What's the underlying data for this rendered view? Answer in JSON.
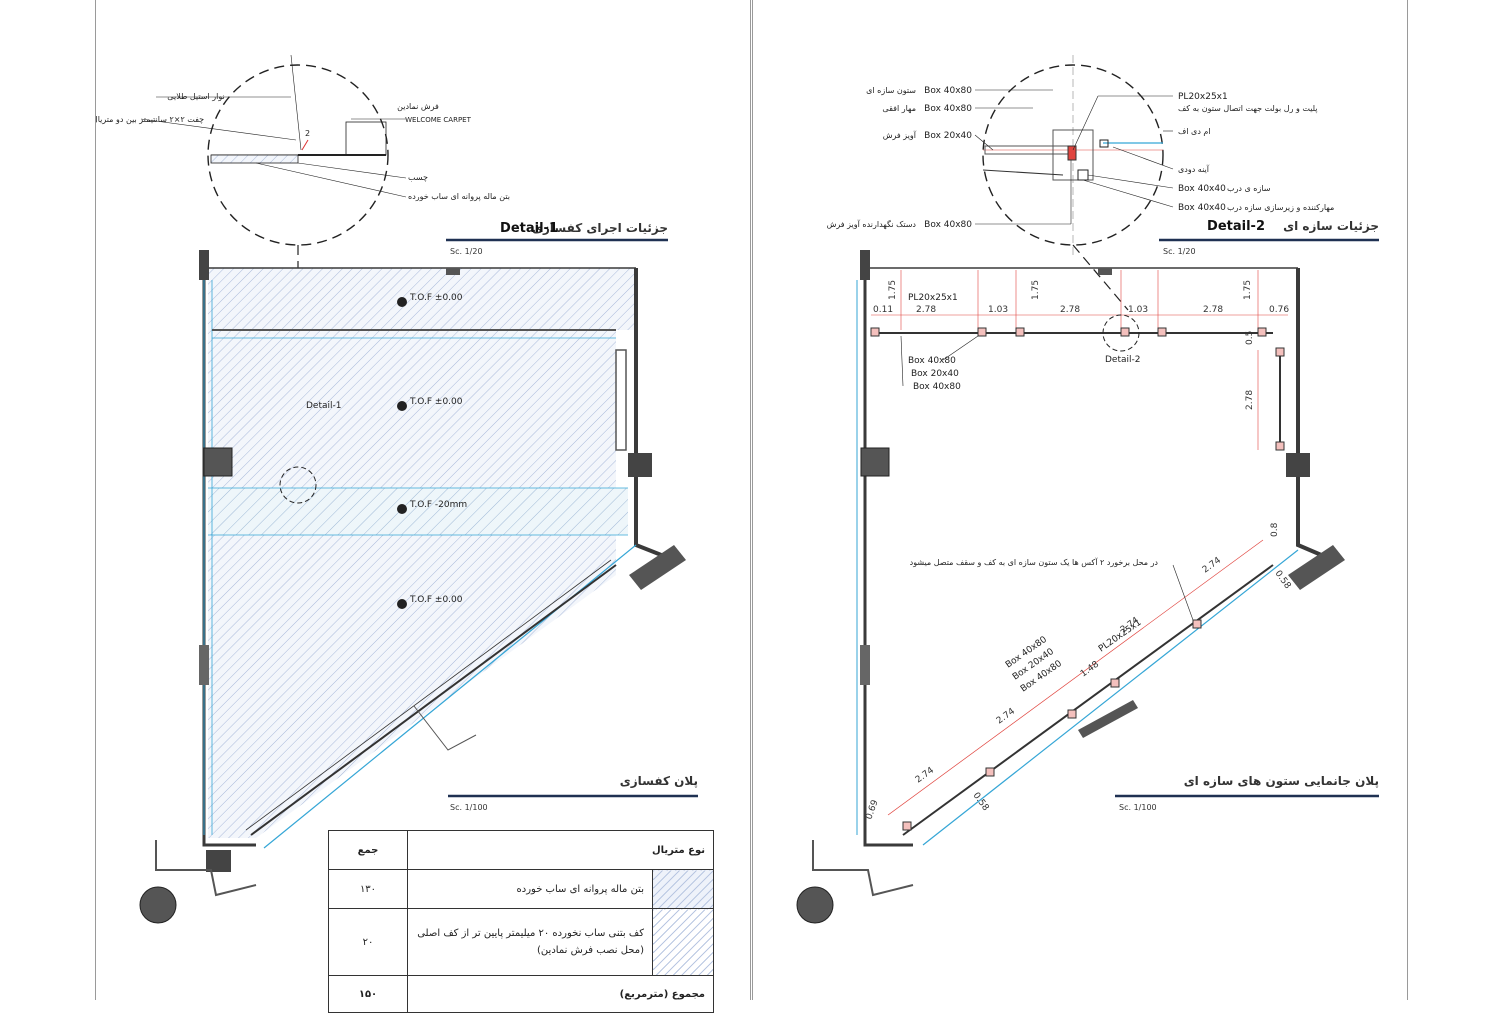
{
  "left_sheet": {
    "title": "جزئیات اجرای کفسازی",
    "detail_tag": "Detail-1",
    "detail_scale": "Sc. 1/20",
    "plan_title": "پلان کفسازی",
    "plan_scale": "Sc. 1/100",
    "detail_marker": "Detail-1",
    "detail_callouts": [
      "نوار استیل طلایی",
      "چفت ۲×۲ سانتیمتر بین دو متریال",
      "فرش نمادین",
      "WELCOME CARPET",
      "چسب",
      "بتن ماله پروانه ای ساب خورده"
    ],
    "detail_dim": "2",
    "levels": [
      "T.O.F ±0.00",
      "T.O.F ±0.00",
      "T.O.F -20mm",
      "T.O.F ±0.00"
    ],
    "legend": {
      "header_material": "نوع متریال",
      "header_total": "جمع",
      "rows": [
        {
          "name": "بتن ماله پروانه ای ساب خورده",
          "total": "۱۳۰"
        },
        {
          "name": "کف بتنی ساب نخورده ۲۰ میلیمتر پایین تر از کف اصلی (محل نصب فرش نمادین)",
          "total": "۲۰"
        }
      ],
      "sum_label": "مجموع (مترمربع)",
      "sum_total": "۱۵۰"
    }
  },
  "right_sheet": {
    "title": "جزئیات سازه ای",
    "detail_tag": "Detail-2",
    "detail_scale": "Sc. 1/20",
    "plan_title": "پلان جانمایی ستون های سازه ای",
    "plan_scale": "Sc. 1/100",
    "detail_marker": "Detail-2",
    "detail_callouts_left": [
      {
        "code": "Box 40x80",
        "text": "ستون سازه ای"
      },
      {
        "code": "Box 40x80",
        "text": "مهار افقی"
      },
      {
        "code": "Box 20x40",
        "text": "آویز فرش"
      },
      {
        "code": "Box 40x80",
        "text": "دستک نگهدارنده آویز فرش"
      }
    ],
    "detail_callouts_right": [
      {
        "code": "PL20x25x1",
        "text": "پلیت و رل بولت جهت اتصال ستون به کف"
      },
      {
        "code": "",
        "text": "ام دی اف"
      },
      {
        "code": "",
        "text": "آینه دودی"
      },
      {
        "code": "Box 40x40",
        "text": "سازه ی درب"
      },
      {
        "code": "Box 40x40",
        "text": "مهارکننده و زیرسازی سازه درب"
      }
    ],
    "plan_labels": [
      "PL20x25x1",
      "Box 40x80",
      "Box 20x40",
      "Box 40x80"
    ],
    "diag_labels": [
      "Box 40x80",
      "Box 20x40",
      "Box 40x80",
      "PL20x25x1"
    ],
    "note": "در محل برخورد ۲ آکس ها یک ستون سازه ای به کف و سقف متصل میشود",
    "dims_top": [
      "0.11",
      "2.78",
      "1.03",
      "2.78",
      "1.03",
      "2.78",
      "0.76"
    ],
    "dims_vert": [
      "1.75",
      "1.75",
      "1.75",
      "0.5",
      "2.78",
      "0.8"
    ],
    "dims_diag": [
      "2.74",
      "2.74",
      "2.74",
      "2.74",
      "1.48",
      "0.58",
      "0.58",
      "0.69"
    ]
  },
  "colors": {
    "hatch": "#9fb2d8",
    "glass": "#35a6d6",
    "dims": "#e0443e",
    "wall": "#3a3a3a",
    "title_rule": "#1f3152"
  }
}
